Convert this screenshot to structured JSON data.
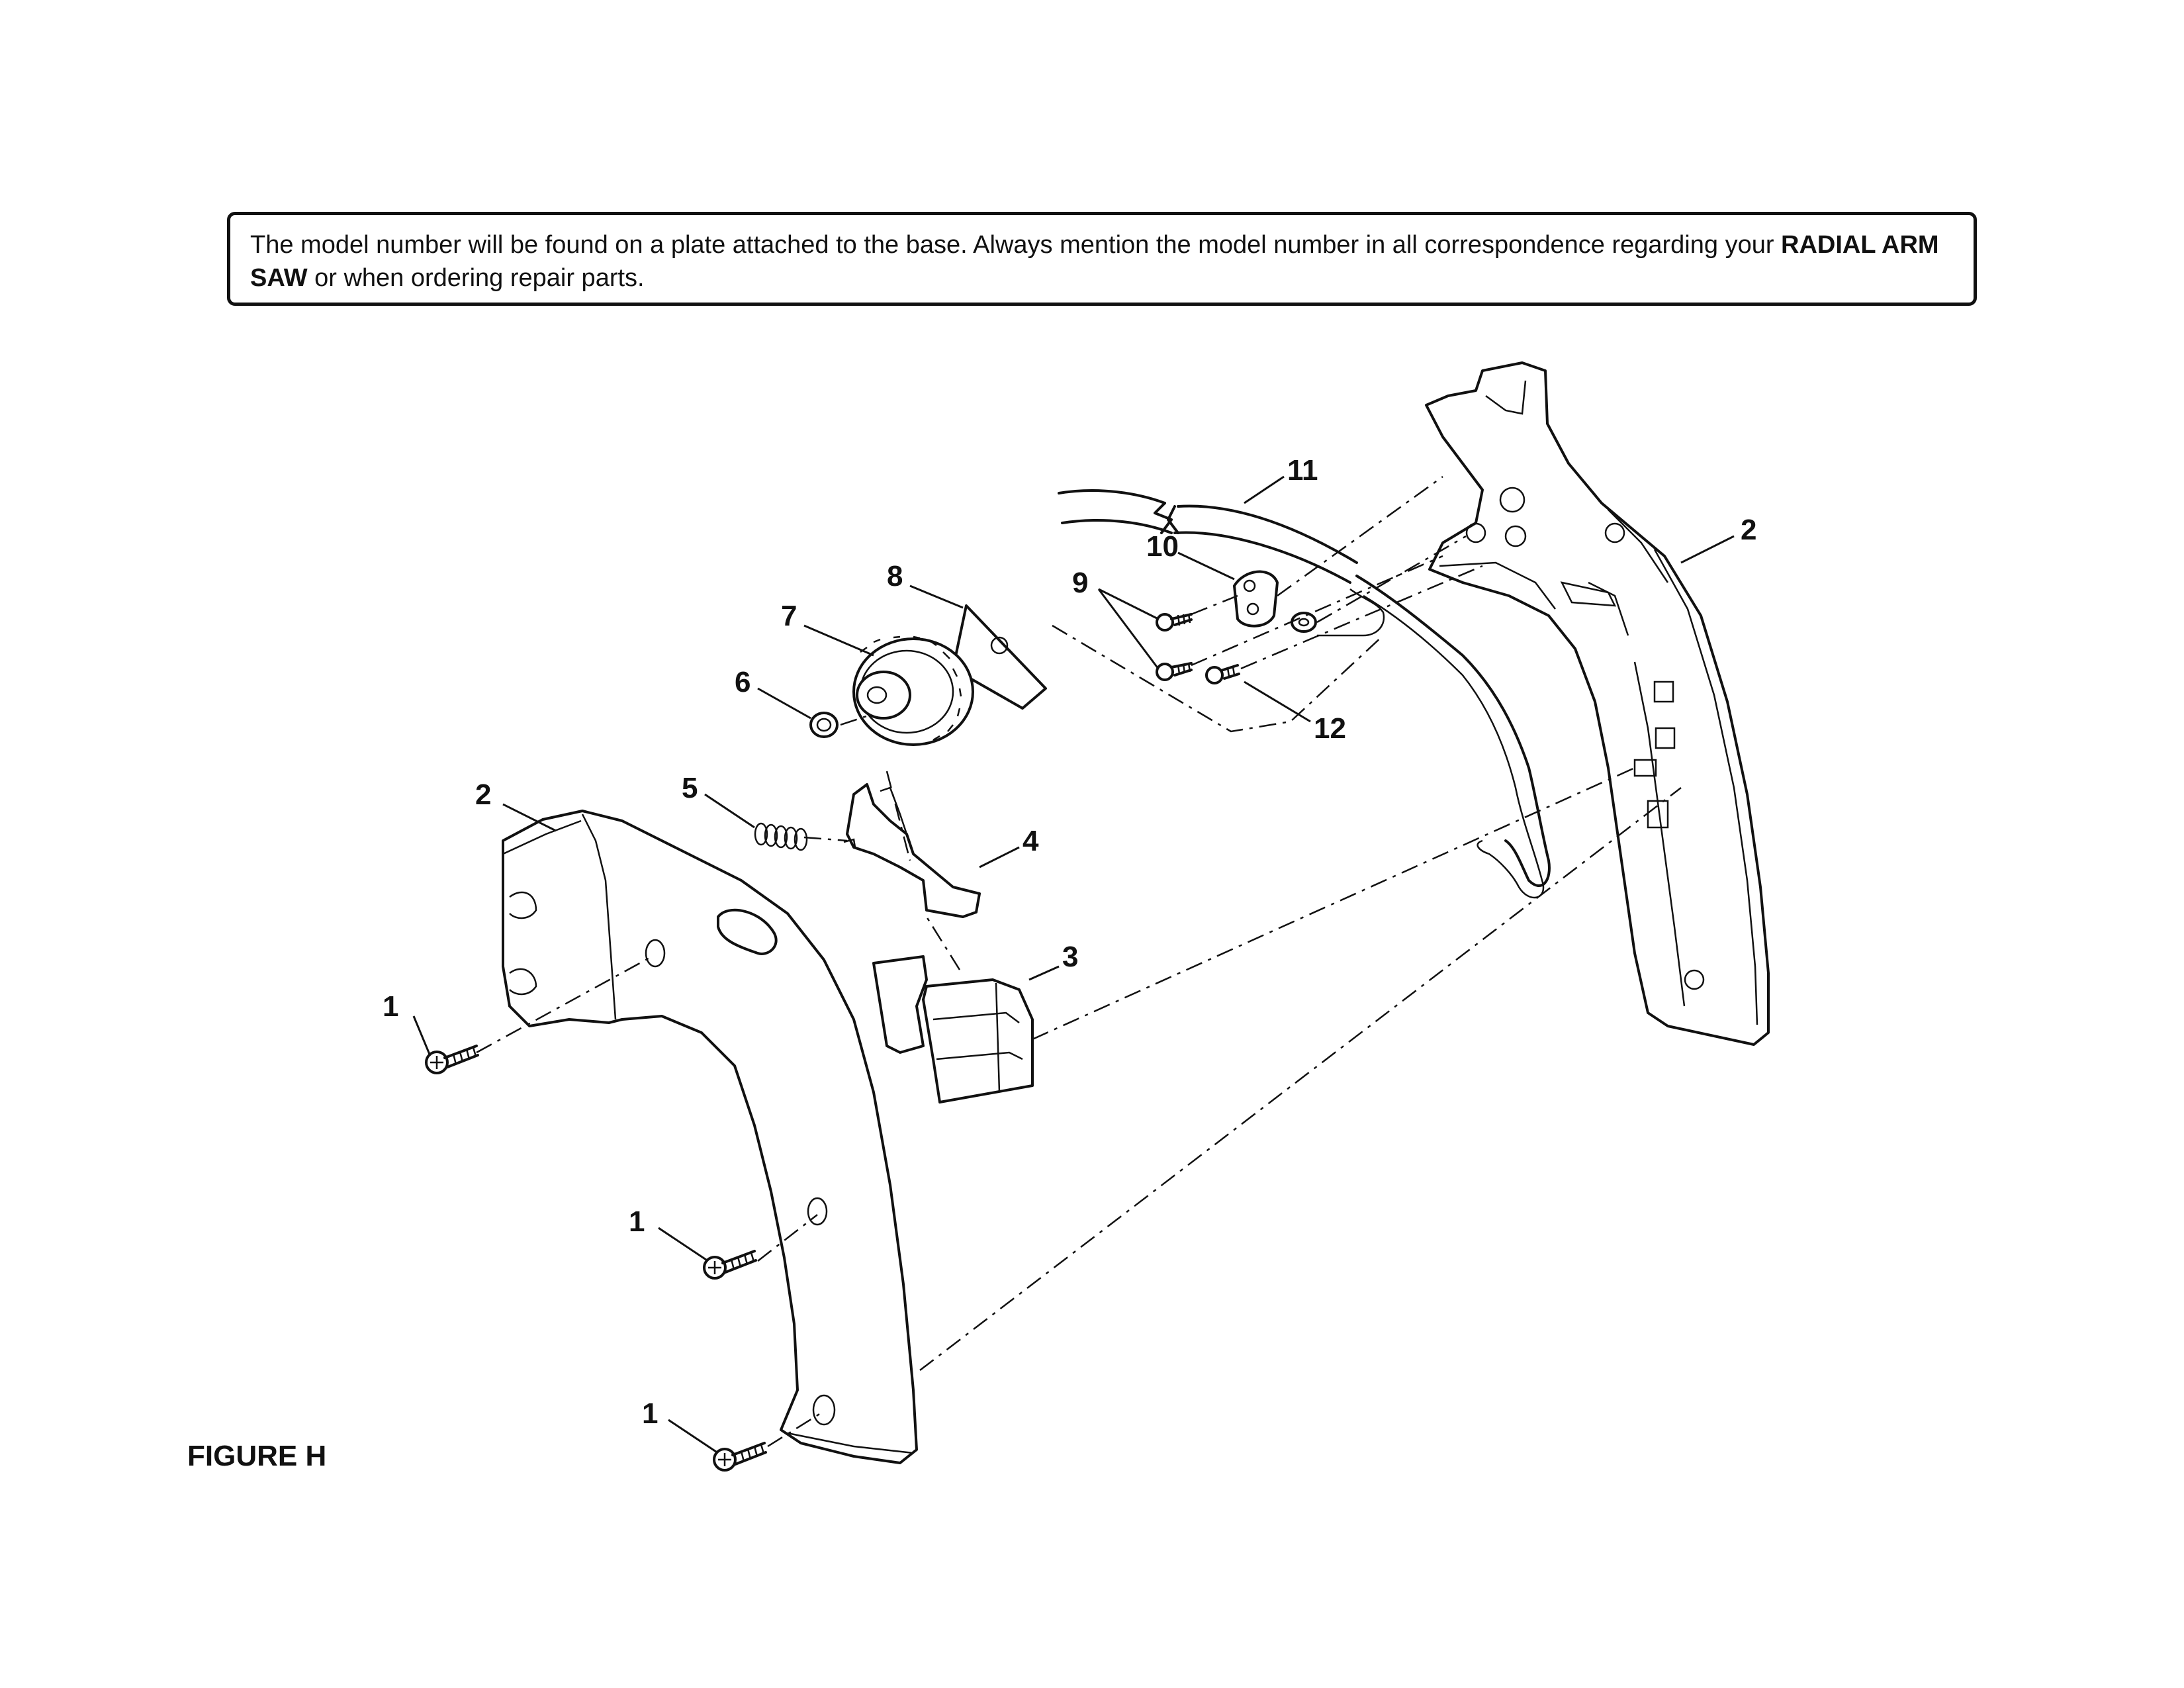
{
  "notice": {
    "text_before": "The model number will be found on a plate attached to the base. Always mention the model number in all correspondence regarding your ",
    "bold_term": "RADIAL ARM SAW",
    "text_after": " or when ordering repair parts."
  },
  "figure_label": "FIGURE H",
  "callouts": [
    {
      "id": "c1a",
      "label": "1"
    },
    {
      "id": "c1b",
      "label": "1"
    },
    {
      "id": "c1c",
      "label": "1"
    },
    {
      "id": "c2a",
      "label": "2"
    },
    {
      "id": "c2b",
      "label": "2"
    },
    {
      "id": "c3",
      "label": "3"
    },
    {
      "id": "c4",
      "label": "4"
    },
    {
      "id": "c5",
      "label": "5"
    },
    {
      "id": "c6",
      "label": "6"
    },
    {
      "id": "c7",
      "label": "7"
    },
    {
      "id": "c8",
      "label": "8"
    },
    {
      "id": "c9",
      "label": "9"
    },
    {
      "id": "c10",
      "label": "10"
    },
    {
      "id": "c11",
      "label": "11"
    },
    {
      "id": "c12",
      "label": "12"
    }
  ]
}
